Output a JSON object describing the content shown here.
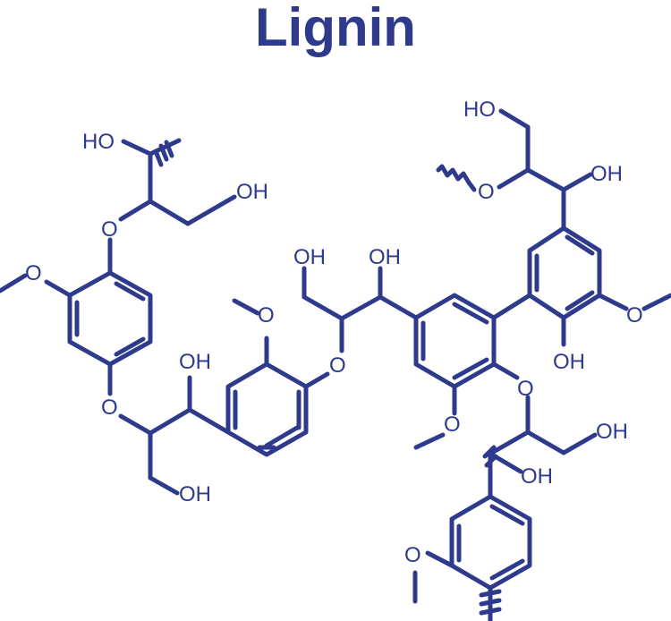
{
  "title": "Lignin",
  "colors": {
    "ink": "#2e3a8c",
    "background": "#ffffff"
  },
  "labels": {
    "ho": "HO",
    "oh": "OH",
    "o": "O"
  }
}
